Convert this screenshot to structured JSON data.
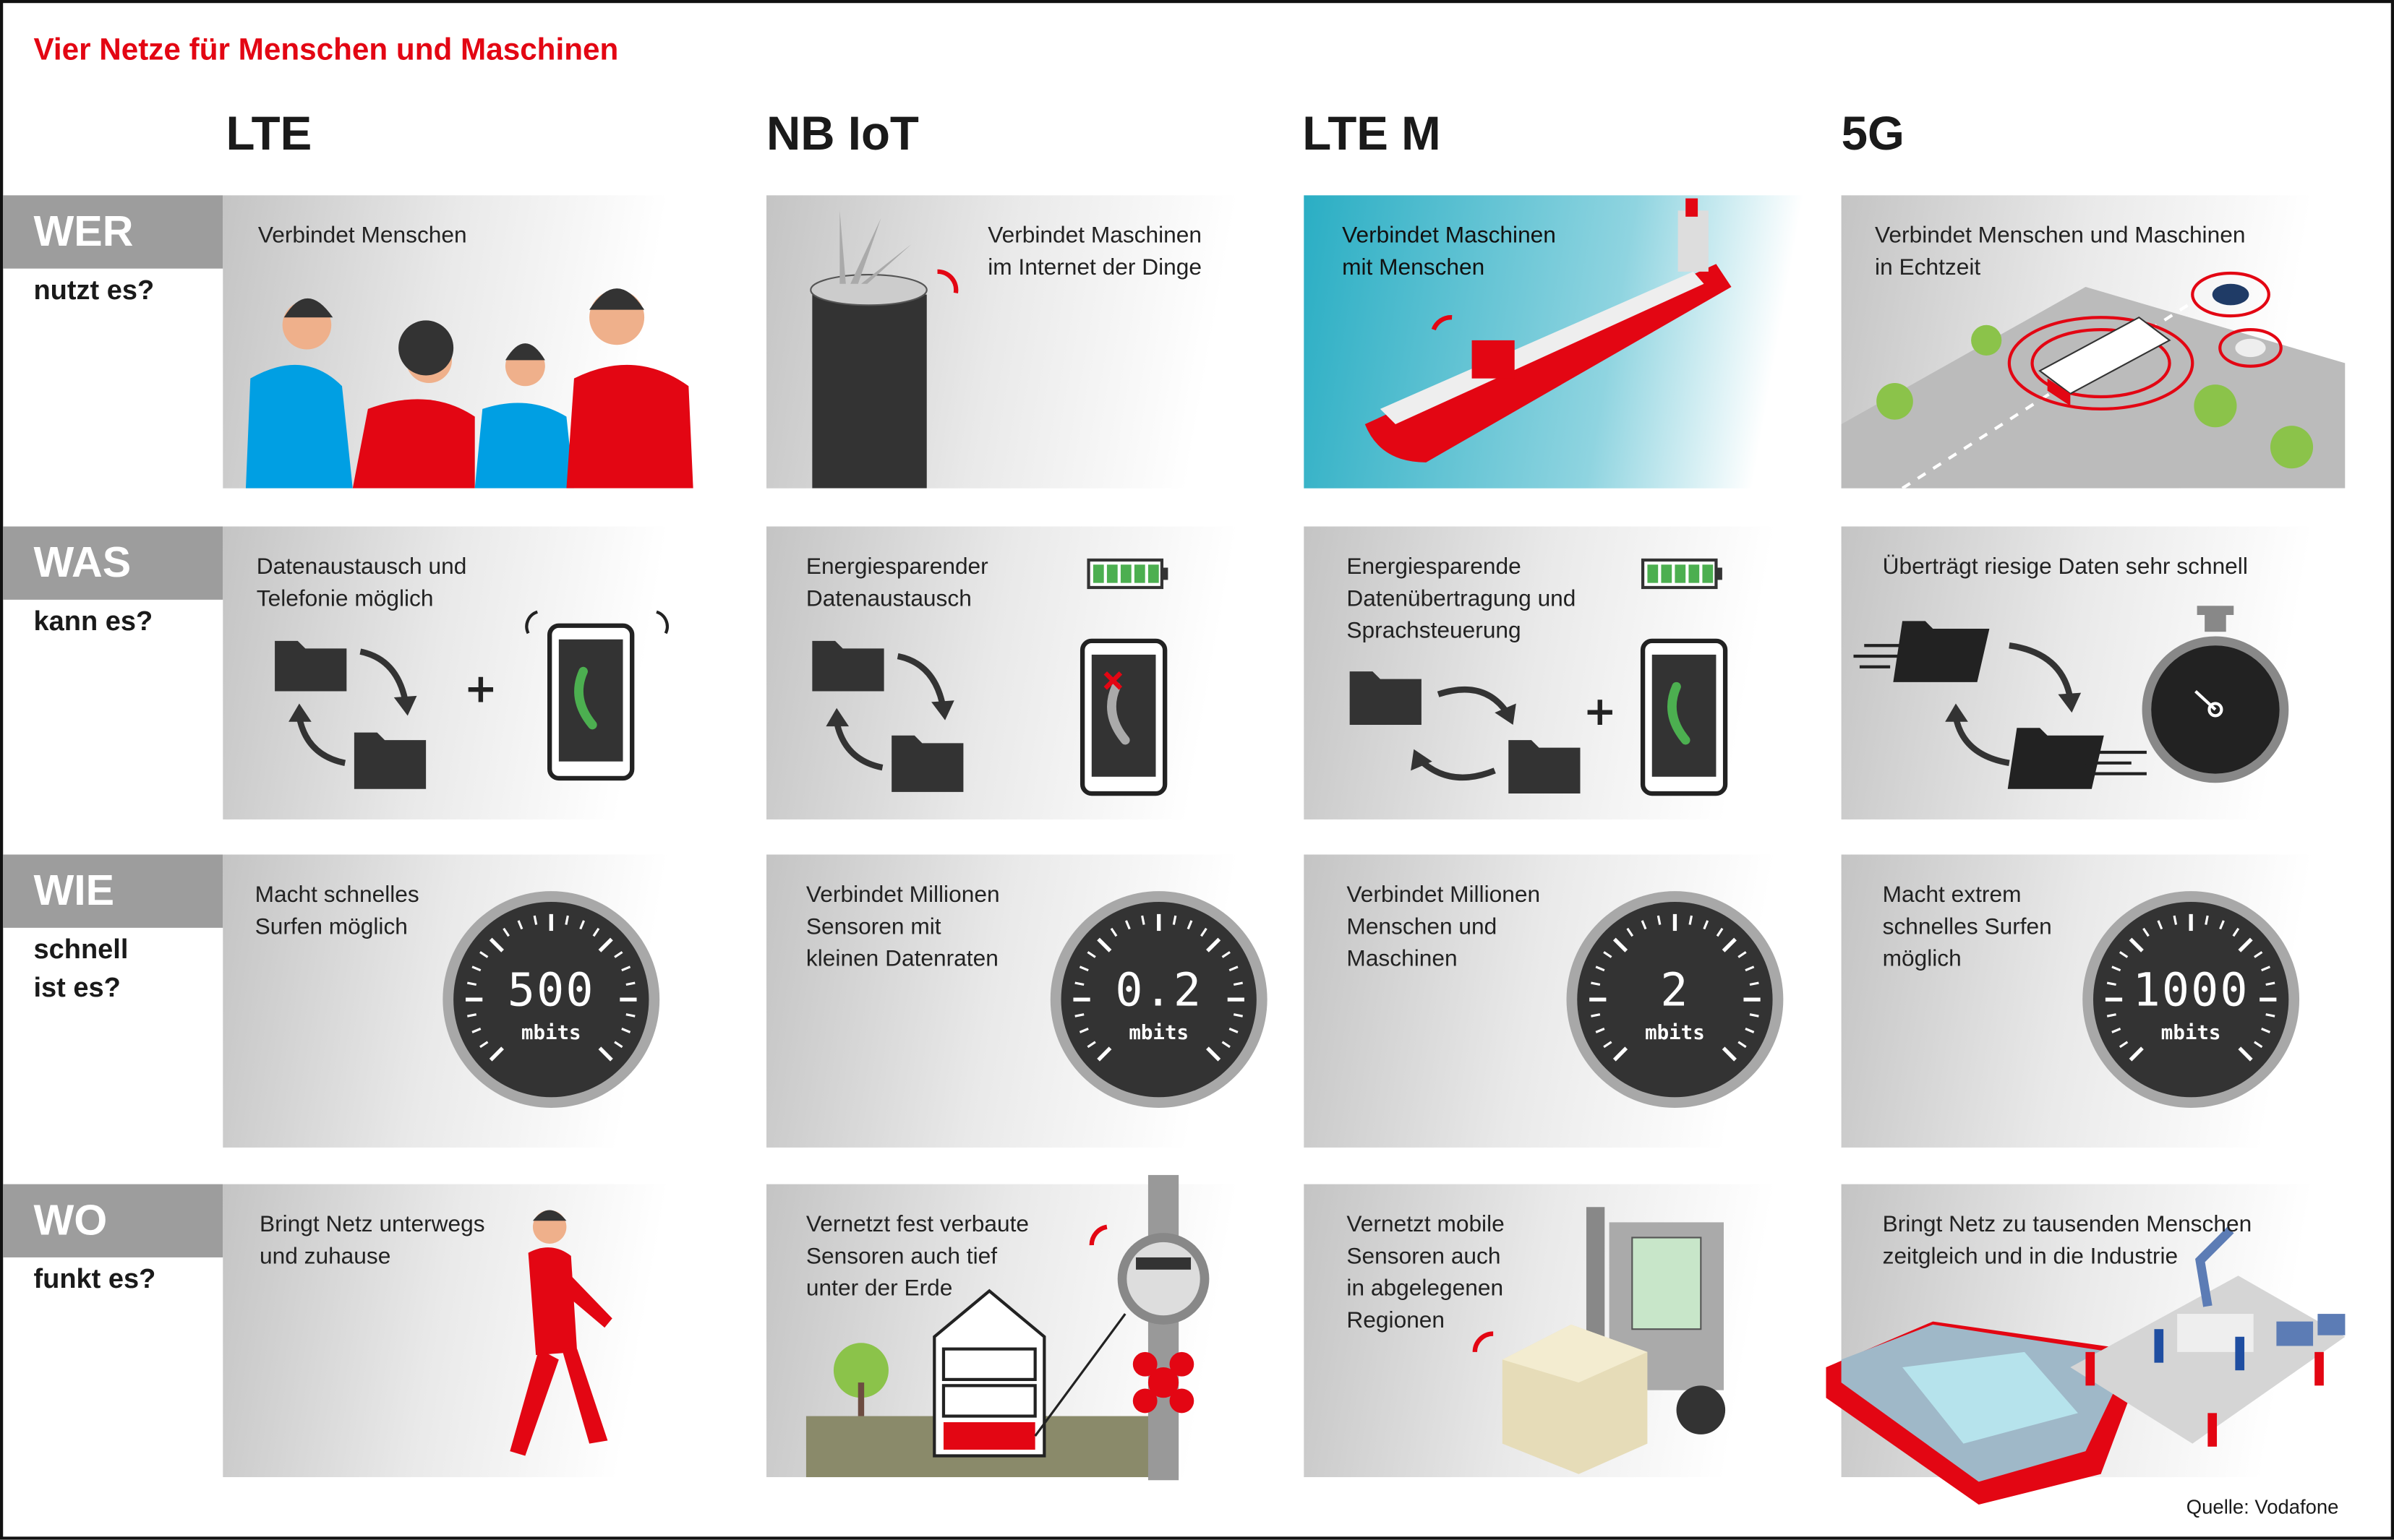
{
  "title": "Vier Netze für Menschen und Maschinen",
  "columns": [
    "LTE",
    "NB IoT",
    "LTE M",
    "5G"
  ],
  "rows": [
    {
      "label": "WER",
      "question": "nutzt es?",
      "cells": [
        "Verbindet Menschen",
        "Verbindet Maschinen\nim Internet der Dinge",
        "Verbindet Maschinen\nmit Menschen",
        "Verbindet Menschen und Maschinen\nin Echtzeit"
      ]
    },
    {
      "label": "WAS",
      "question": "kann es?",
      "cells": [
        "Datenaustausch und\nTelefonie möglich",
        "Energiesparender\nDatenaustausch",
        "Energiesparende\nDatenübertragung und\nSprachsteuerung",
        "Überträgt riesige Daten sehr schnell"
      ]
    },
    {
      "label": "WIE",
      "question": "schnell\nist es?",
      "cells": [
        "Macht schnelles\nSurfen möglich",
        "Verbindet Millionen\nSensoren mit\nkleinen Datenraten",
        "Verbindet Millionen\nMenschen und\nMaschinen",
        "Macht extrem\nschnelles Surfen\nmöglich"
      ]
    },
    {
      "label": "WO",
      "question": "funkt es?",
      "cells": [
        "Bringt Netz unterwegs\nund zuhause",
        "Vernetzt fest verbaute\nSensoren auch tief\nunter der Erde",
        "Vernetzt mobile\nSensoren auch\nin abgelegenen\nRegionen",
        "Bringt Netz zu tausenden Menschen\nzeitgleich und in die Industrie"
      ]
    }
  ],
  "speeds": {
    "unit": "mbits",
    "values": [
      "500",
      "0.2",
      "2",
      "1000"
    ]
  },
  "source": "Quelle: Vodafone",
  "colors": {
    "accent": "#e30613",
    "label_bg": "#9d9d9d",
    "gauge": "#333333"
  }
}
